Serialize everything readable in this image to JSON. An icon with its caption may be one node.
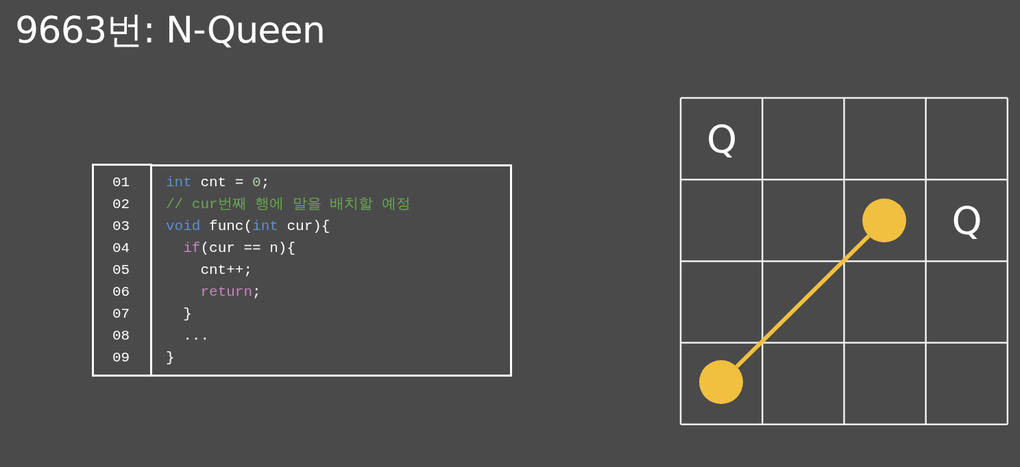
{
  "diagram": {
    "title": "9663번: N-Queen",
    "nodes": [
      {
        "text": [],
        "shape": "circle"
      },
      {
        "text": [],
        "shape": "circle"
      }
    ],
    "edges": [
      {
        "from": 1,
        "to": 0,
        "arrow": "none"
      }
    ],
    "labels": [
      "01",
      "int cnt = 0;",
      "02",
      "// cur번째 행에 말을 배치할 예정",
      "03",
      "void func(int cur){",
      "04",
      "  if(cur == n){",
      "05",
      "    cnt++;",
      "06",
      "    return;",
      "07",
      "  }",
      "08",
      "  ...",
      "09",
      "}",
      "Q",
      "Q"
    ]
  }
}
